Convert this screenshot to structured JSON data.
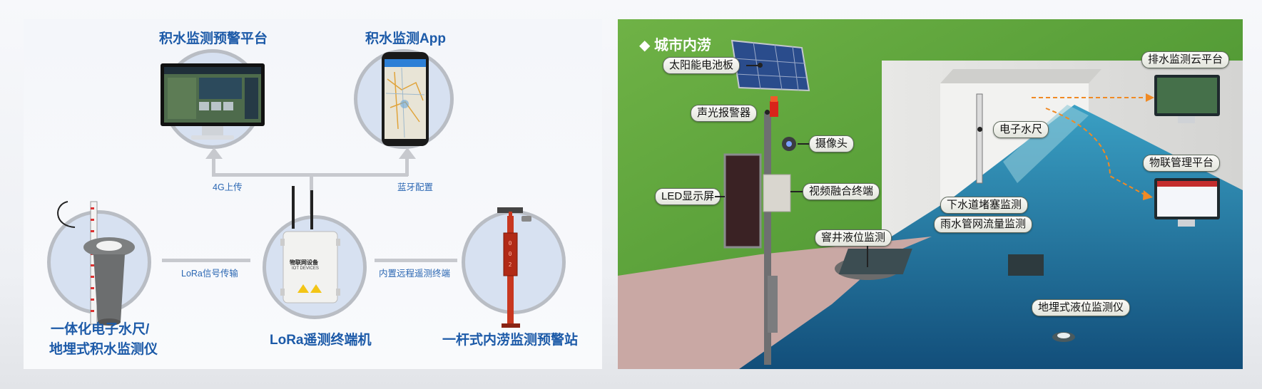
{
  "left_panel": {
    "platform_title": "积水监测预警平台",
    "app_title": "积水监测App",
    "link_4g": "4G上传",
    "link_bluetooth": "蓝牙配置",
    "link_lora": "LoRa信号传输",
    "link_remote": "内置远程遥测终端",
    "ruler_title_line1": "一体化电子水尺/",
    "ruler_title_line2": "地埋式积水监测仪",
    "lora_title": "LoRa遥测终端机",
    "station_title": "一杆式内涝监测预警站",
    "device_label_cn": "物联网设备",
    "device_label_en": "IOT DEVICES"
  },
  "right_panel": {
    "heading": "城市内涝",
    "callouts": {
      "solar": "太阳能电池板",
      "alarm": "声光报警器",
      "camera": "摄像头",
      "led": "LED显示屏",
      "video": "视频融合终端",
      "gauge": "电子水尺",
      "drain": "下水道堵塞监测",
      "rain": "雨水管网流量监测",
      "well": "窨井液位监测",
      "buried": "地埋式液位监测仪",
      "cloud": "排水监测云平台",
      "iot": "物联管理平台"
    }
  },
  "colors": {
    "title_blue": "#1c5aa8",
    "connector_gray": "#c7c9ce",
    "circle_fill": "#d7e1f1",
    "device_red": "#c8371f",
    "arrow_orange": "#f08a24"
  }
}
